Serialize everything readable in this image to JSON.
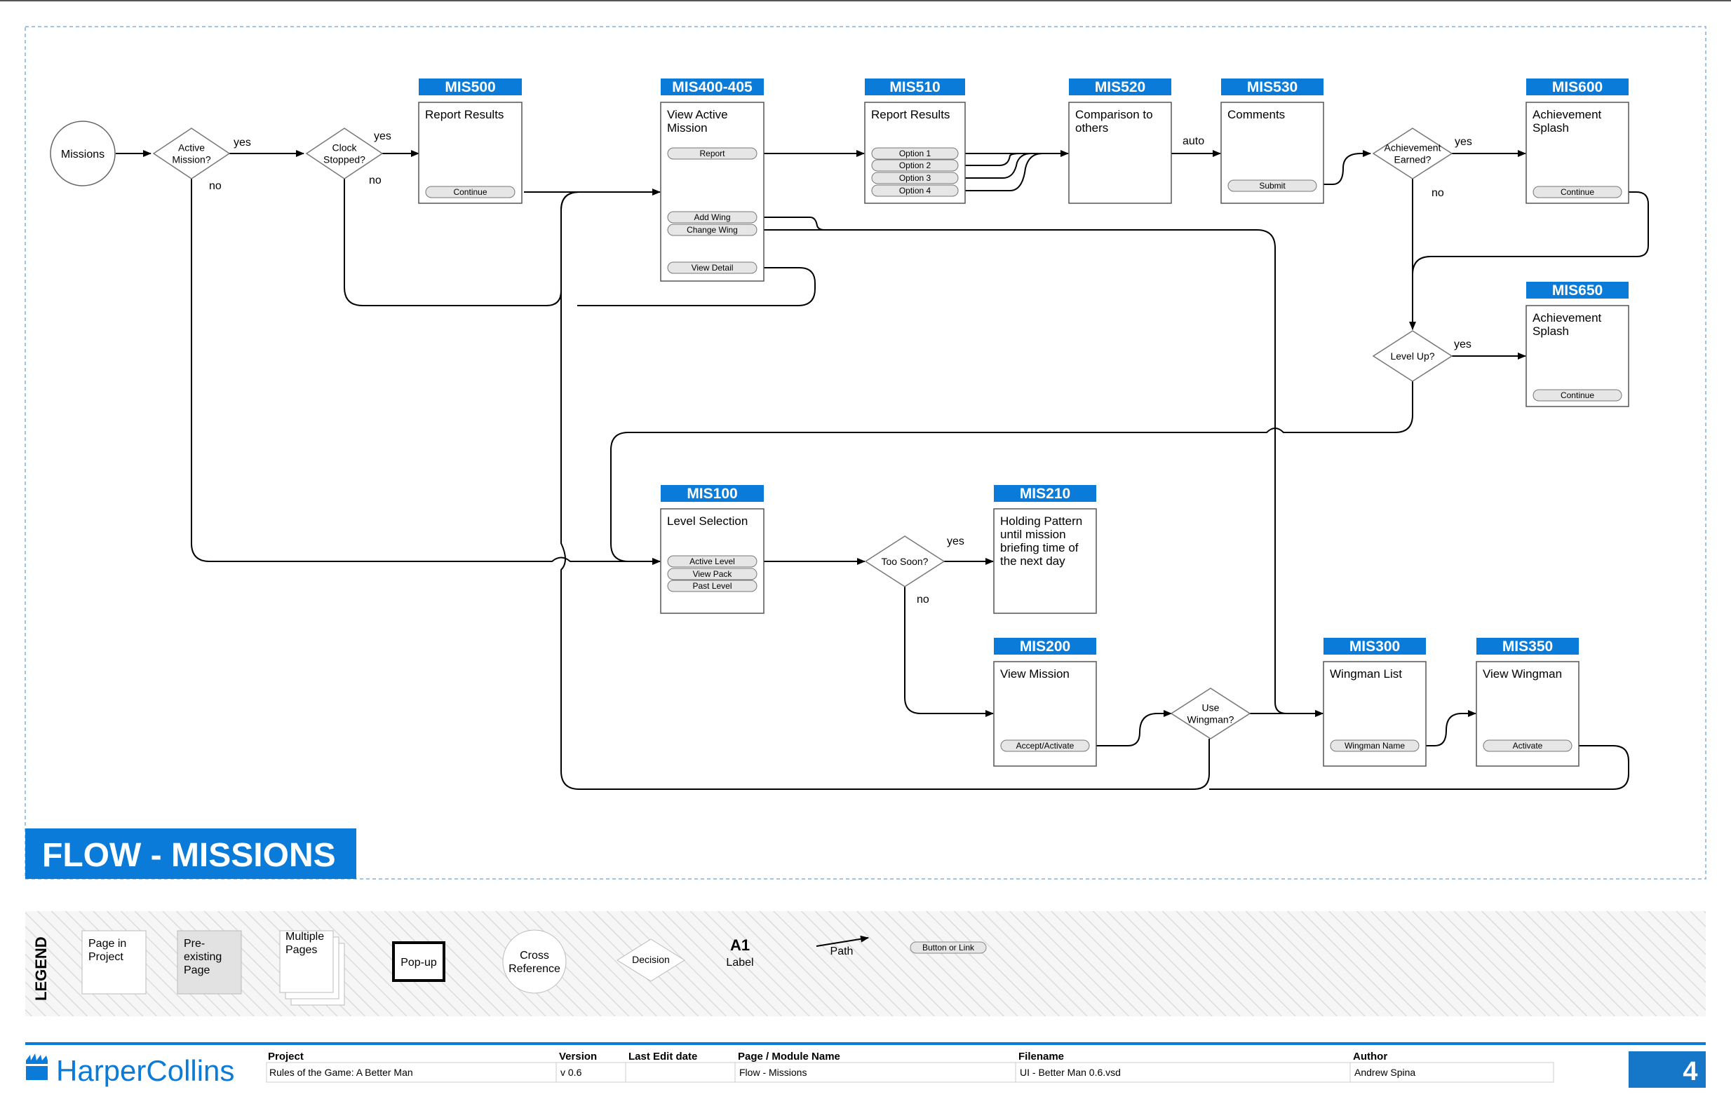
{
  "page_title": "FLOW - MISSIONS",
  "start": {
    "label": "Missions"
  },
  "pages": [
    {
      "id": "MIS500",
      "title": [
        "Report Results"
      ],
      "buttons": [
        "Continue"
      ]
    },
    {
      "id": "MIS400-405",
      "title": [
        "View Active",
        "Mission"
      ],
      "buttons": [
        "Report",
        "Add Wing",
        "Change Wing",
        "View Detail"
      ]
    },
    {
      "id": "MIS510",
      "title": [
        "Report Results"
      ],
      "buttons": [
        "Option 1",
        "Option 2",
        "Option 3",
        "Option 4"
      ]
    },
    {
      "id": "MIS520",
      "title": [
        "Comparison to",
        "others"
      ],
      "buttons": []
    },
    {
      "id": "MIS530",
      "title": [
        "Comments"
      ],
      "buttons": [
        "Submit"
      ]
    },
    {
      "id": "MIS600",
      "title": [
        "Achievement",
        "Splash"
      ],
      "buttons": [
        "Continue"
      ]
    },
    {
      "id": "MIS650",
      "title": [
        "Achievement",
        "Splash"
      ],
      "buttons": [
        "Continue"
      ]
    },
    {
      "id": "MIS100",
      "title": [
        "Level Selection"
      ],
      "buttons": [
        "Active Level",
        "View Pack",
        "Past Level"
      ]
    },
    {
      "id": "MIS210",
      "title": [
        "Holding Pattern",
        "until mission",
        "briefing time of",
        "the next day"
      ],
      "buttons": []
    },
    {
      "id": "MIS200",
      "title": [
        "View Mission"
      ],
      "buttons": [
        "Accept/Activate"
      ]
    },
    {
      "id": "MIS300",
      "title": [
        "Wingman List"
      ],
      "buttons": [
        "Wingman Name"
      ]
    },
    {
      "id": "MIS350",
      "title": [
        "View Wingman"
      ],
      "buttons": [
        "Activate"
      ]
    }
  ],
  "decisions": [
    {
      "id": "active_mission",
      "lines": [
        "Active",
        "Mission?"
      ]
    },
    {
      "id": "clock_stopped",
      "lines": [
        "Clock",
        "Stopped?"
      ]
    },
    {
      "id": "achievement_earned",
      "lines": [
        "Achievement",
        "Earned?"
      ]
    },
    {
      "id": "level_up",
      "lines": [
        "Level Up?"
      ]
    },
    {
      "id": "too_soon",
      "lines": [
        "Too Soon?"
      ]
    },
    {
      "id": "use_wingman",
      "lines": [
        "Use",
        "Wingman?"
      ]
    }
  ],
  "edge_labels": [
    {
      "id": "am_yes",
      "text": "yes"
    },
    {
      "id": "am_no",
      "text": "no"
    },
    {
      "id": "cs_yes",
      "text": "yes"
    },
    {
      "id": "cs_no",
      "text": "no"
    },
    {
      "id": "auto",
      "text": "auto"
    },
    {
      "id": "ae_yes",
      "text": "yes"
    },
    {
      "id": "ae_no",
      "text": "no"
    },
    {
      "id": "lu_yes",
      "text": "yes"
    },
    {
      "id": "ts_yes",
      "text": "yes"
    },
    {
      "id": "ts_no",
      "text": "no"
    }
  ],
  "legend": {
    "title": "LEGEND",
    "page_in_project": [
      "Page in",
      "Project"
    ],
    "pre_existing": [
      "Pre-",
      "existing",
      "Page"
    ],
    "multiple_pages": [
      "Multiple",
      "Pages"
    ],
    "popup": "Pop-up",
    "cross_reference": [
      "Cross",
      "Reference"
    ],
    "decision": "Decision",
    "label_code": "A1",
    "label_text": "Label",
    "path": "Path",
    "button": "Button or Link"
  },
  "footer": {
    "brand": "HarperCollins",
    "page_number": "4",
    "columns": [
      {
        "label": "Project",
        "value": "Rules of the Game: A Better Man"
      },
      {
        "label": "Version",
        "value": "v 0.6"
      },
      {
        "label": "Last Edit date",
        "value": ""
      },
      {
        "label": "Page / Module Name",
        "value": "Flow - Missions"
      },
      {
        "label": "Filename",
        "value": "UI - Better Man 0.6.vsd"
      },
      {
        "label": "Author",
        "value": "Andrew Spina"
      }
    ]
  },
  "colors": {
    "accent": "#0A7BD8",
    "border": "#555555",
    "button_fill": "#E6E6E6",
    "legend_bg": "#F3F3F3",
    "preexisting_fill": "#E2E2E2"
  }
}
